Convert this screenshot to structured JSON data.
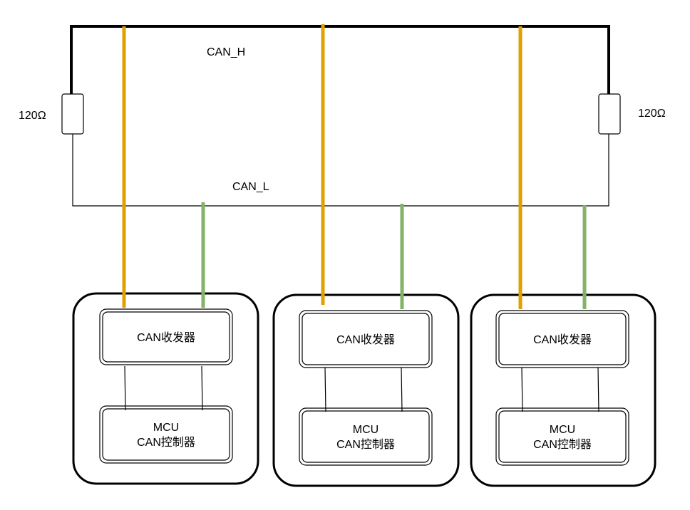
{
  "bus": {
    "can_h_label": "CAN_H",
    "can_l_label": "CAN_L",
    "resistor_left_label": "120Ω",
    "resistor_right_label": "120Ω"
  },
  "nodes": [
    {
      "transceiver_label": "CAN收发器",
      "mcu_line1": "MCU",
      "mcu_line2": "CAN控制器"
    },
    {
      "transceiver_label": "CAN收发器",
      "mcu_line1": "MCU",
      "mcu_line2": "CAN控制器"
    },
    {
      "transceiver_label": "CAN收发器",
      "mcu_line1": "MCU",
      "mcu_line2": "CAN控制器"
    }
  ],
  "colors": {
    "can_h_wire": "#E0A000",
    "can_l_wire": "#82B366",
    "line": "#000000"
  }
}
